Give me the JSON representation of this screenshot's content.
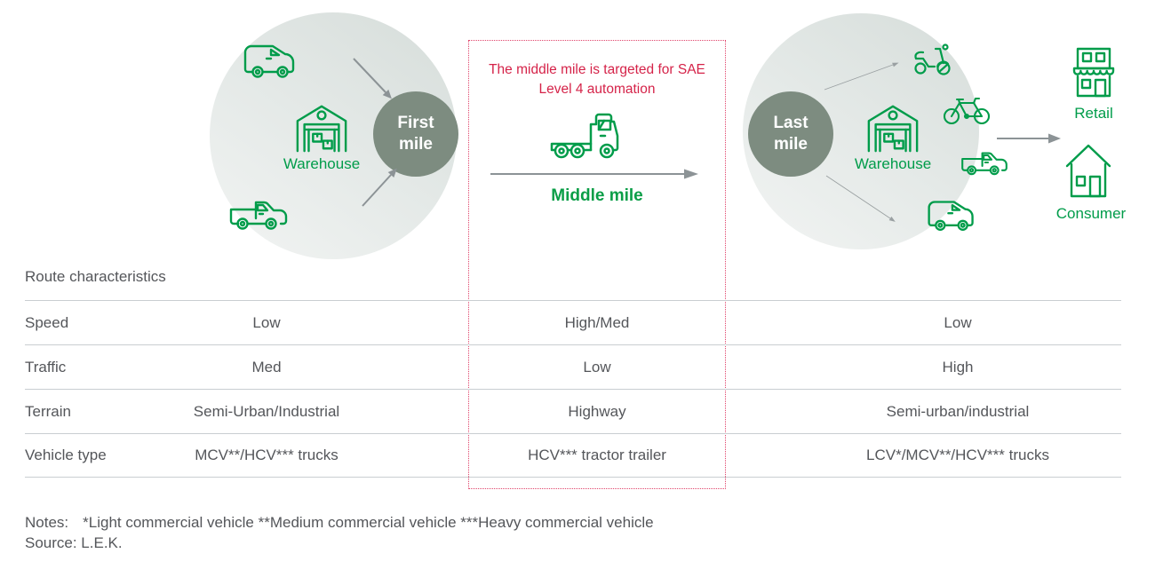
{
  "colors": {
    "green": "#009c4a",
    "sage": "#7d8c80",
    "red": "#d52349",
    "text": "#54565a",
    "line": "#c9ced1",
    "arrow": "#8c9396"
  },
  "icons": [
    "delivery-van-icon",
    "pickup-truck-icon",
    "warehouse-icon",
    "tractor-truck-icon",
    "scooter-icon",
    "bicycle-icon",
    "retail-store-icon",
    "house-icon",
    "arrow-icon"
  ],
  "diagram": {
    "first_mile": {
      "stage_label": "First mile",
      "warehouse_label": "Warehouse"
    },
    "middle_mile": {
      "callout": "The middle mile is targeted for SAE Level 4 automation",
      "stage_label": "Middle mile"
    },
    "last_mile": {
      "stage_label": "Last mile",
      "warehouse_label": "Warehouse"
    },
    "destinations": {
      "retail_label": "Retail",
      "consumer_label": "Consumer"
    }
  },
  "table": {
    "title": "Route characteristics",
    "rows": [
      {
        "label": "Speed",
        "first_mile": "Low",
        "middle_mile": "High/Med",
        "last_mile": "Low"
      },
      {
        "label": "Traffic",
        "first_mile": "Med",
        "middle_mile": "Low",
        "last_mile": "High"
      },
      {
        "label": "Terrain",
        "first_mile": "Semi-Urban/Industrial",
        "middle_mile": "Highway",
        "last_mile": "Semi-urban/industrial"
      },
      {
        "label": "Vehicle type",
        "first_mile": "MCV**/HCV*** trucks",
        "middle_mile": "HCV*** tractor trailer",
        "last_mile": "LCV*/MCV**/HCV*** trucks"
      }
    ]
  },
  "footer": {
    "notes_label": "Notes:",
    "notes_text": "*Light commercial vehicle **Medium commercial vehicle ***Heavy commercial vehicle",
    "source": "Source: L.E.K."
  }
}
